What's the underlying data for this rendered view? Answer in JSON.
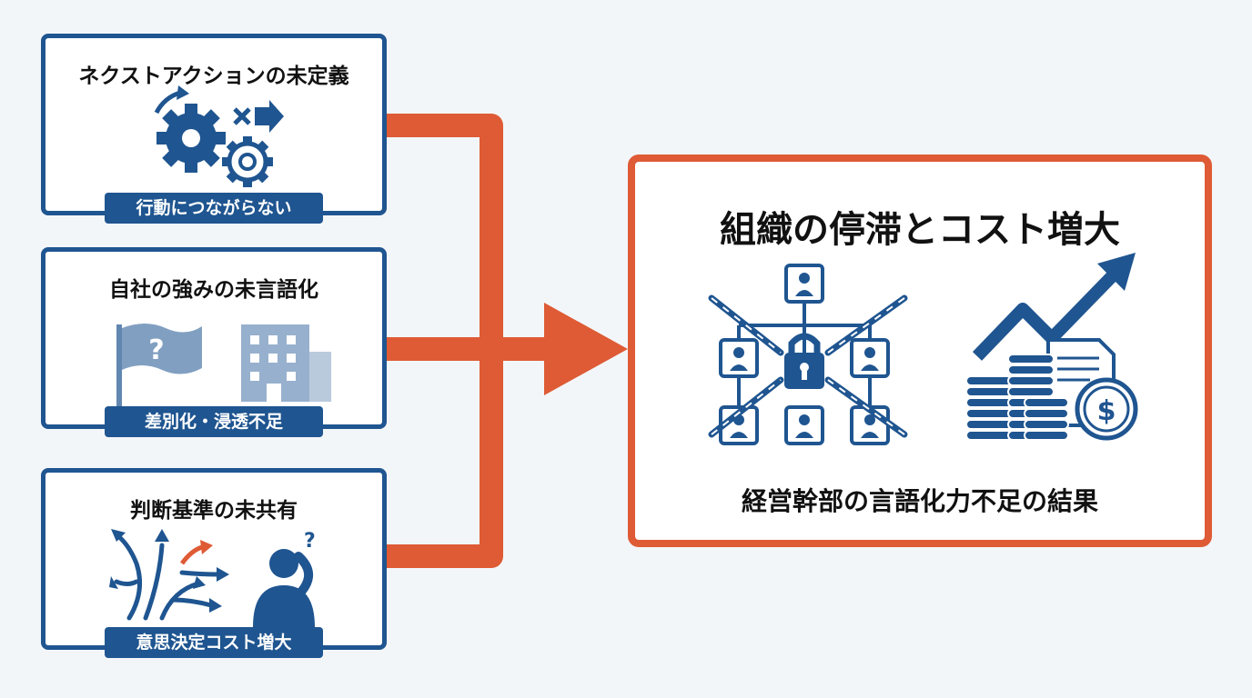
{
  "causes": [
    {
      "title": "ネクストアクションの未定義",
      "tag": "行動につながらない",
      "icon": "gears-icon"
    },
    {
      "title": "自社の強みの未言語化",
      "tag": "差別化・浸透不足",
      "icon": "flag-building-icon"
    },
    {
      "title": "判断基準の未共有",
      "tag": "意思決定コスト増大",
      "icon": "confused-person-icon"
    }
  ],
  "result": {
    "title": "組織の停滞とコスト増大",
    "subtitle": "経営幹部の言語化力不足の結果",
    "icons": [
      "locked-org-chart-icon",
      "rising-cost-icon"
    ]
  },
  "colors": {
    "navy": "#1f5590",
    "orange": "#de5b35",
    "background": "#f3f6f9"
  }
}
